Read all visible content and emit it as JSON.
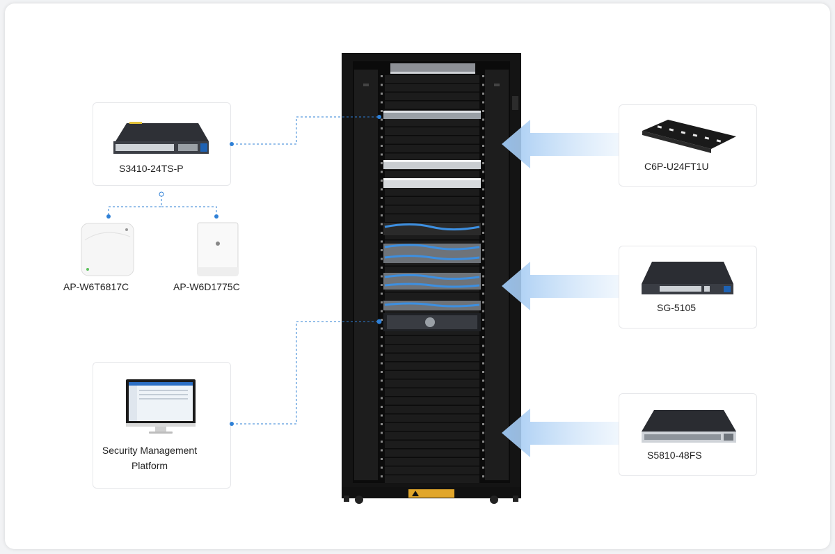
{
  "devices": {
    "poe_switch": "S3410-24TS-P",
    "ap_ceiling": "AP-W6T6817C",
    "ap_wall": "AP-W6D1775C",
    "platform_line1": "Security Management",
    "platform_line2": "Platform",
    "cable_manager": "C6P-U24FT1U",
    "gateway": "SG-5105",
    "core_switch": "S5810-48FS"
  },
  "colors": {
    "connector": "#2f80d6",
    "arrow": "#b9d6f5",
    "rack": "#151515"
  },
  "icons": [
    "switch-icon",
    "access-point-icon",
    "monitor-icon",
    "cable-manager-icon",
    "gateway-icon",
    "server-rack-icon"
  ]
}
